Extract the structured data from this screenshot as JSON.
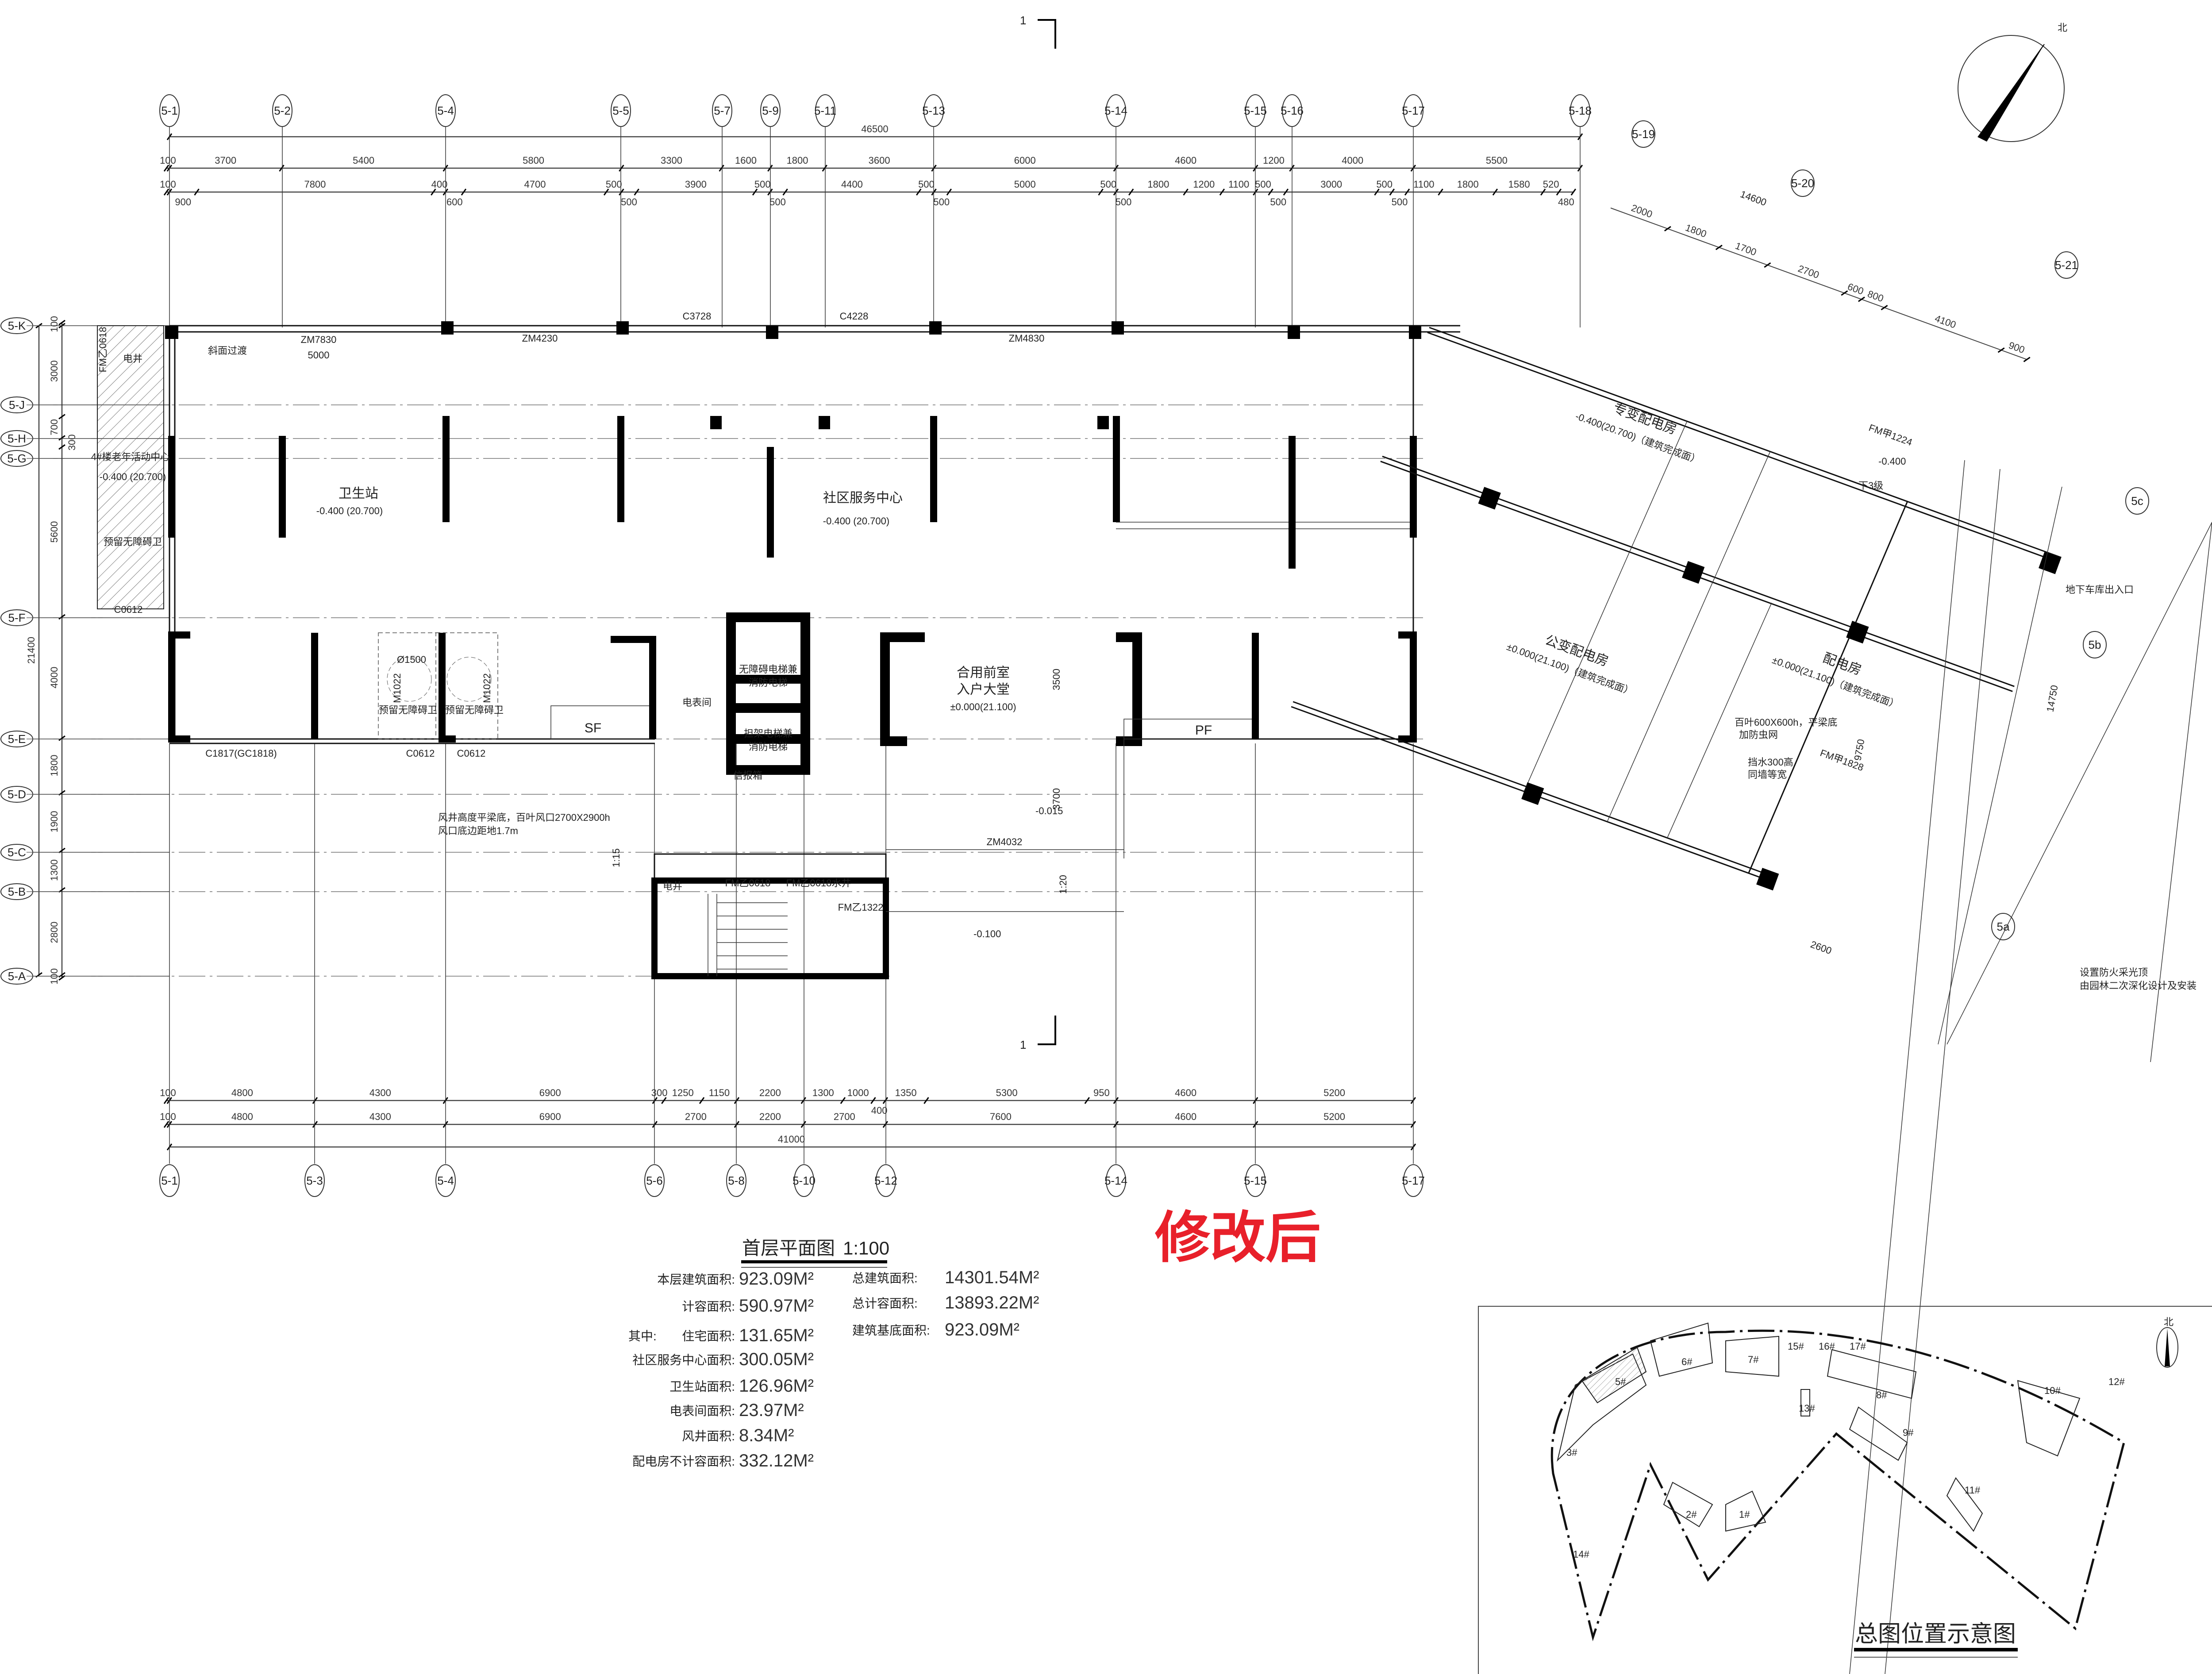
{
  "drawing": {
    "title": "首层平面图",
    "scale": "1:100",
    "revision_stamp": "修改后",
    "section_mark": "1",
    "north_label": "北",
    "stamp_color": "#e8202a"
  },
  "axes": {
    "top": [
      "5-1",
      "5-2",
      "5-4",
      "5-5",
      "5-7",
      "5-9",
      "5-11",
      "5-13",
      "5-14",
      "5-15",
      "5-16",
      "5-17",
      "5-18"
    ],
    "bottom": [
      "5-1",
      "5-3",
      "5-4",
      "5-6",
      "5-8",
      "5-10",
      "5-12",
      "5-14",
      "5-15",
      "5-17"
    ],
    "left": [
      "5-K",
      "5-J",
      "5-H",
      "5-G",
      "5-F",
      "5-E",
      "5-D",
      "5-C",
      "5-B",
      "5-A"
    ],
    "wing": [
      "5-19",
      "5-20",
      "5-21",
      "5c",
      "5b",
      "5a"
    ]
  },
  "dimensions": {
    "top_total": [
      46500
    ],
    "top_axes": [
      100,
      3700,
      5400,
      5800,
      3300,
      1600,
      1800,
      3600,
      6000,
      4600,
      1200,
      4000,
      5500
    ],
    "top_detail": [
      100,
      900,
      7800,
      400,
      600,
      4700,
      500,
      500,
      3900,
      500,
      500,
      4400,
      500,
      500,
      5000,
      500,
      500,
      1800,
      1200,
      1100,
      500,
      500,
      3000,
      500,
      500,
      1100,
      1800,
      1580,
      520,
      480
    ],
    "bottom_detail": [
      100,
      4800,
      4300,
      6900,
      300,
      1250,
      1150,
      2200,
      1300,
      1000,
      400,
      1350,
      5300,
      950,
      4600,
      5200
    ],
    "bottom_axes": [
      100,
      4800,
      4300,
      6900,
      2700,
      2200,
      2700,
      7600,
      4600,
      5200
    ],
    "bottom_total": [
      41000
    ],
    "left_total": [
      21400
    ],
    "left_axes": [
      100,
      3000,
      700,
      300,
      5600,
      4000,
      1800,
      1900,
      1300,
      2800,
      100
    ],
    "wing_top": [
      2000,
      1800,
      1700,
      2700,
      600,
      800,
      4100,
      900
    ],
    "wing_total": "14600"
  },
  "rooms": {
    "health_station": {
      "name": "卫生站",
      "level": "-0.400 (20.700)"
    },
    "community_center": {
      "name": "社区服务中心",
      "level": "-0.400 (20.700)"
    },
    "elderly_center": {
      "name": "4#楼老年活动中心",
      "level": "-0.400 (20.700)"
    },
    "accessible_wc_1": {
      "name": "预留无障碍卫"
    },
    "accessible_wc_2": {
      "name": "预留无障碍卫"
    },
    "accessible_wc_3": {
      "name": "预留无障碍卫"
    },
    "elec_shaft": {
      "name": "电井"
    },
    "elevator_1": {
      "name": "无障碍电梯兼",
      "name2": "消防电梯"
    },
    "elevator_2": {
      "name": "担架电梯兼",
      "name2": "消防电梯"
    },
    "lobby": {
      "name": "合用前室",
      "name2": "入户大堂",
      "level": "±0.000(21.100)"
    },
    "meter_room": {
      "name": "电表间"
    },
    "mailbox": {
      "name": "信报箱"
    },
    "private_substation": {
      "name": "专变配电房",
      "level": "-0.400(20.700)（建筑完成面）"
    },
    "public_substation": {
      "name": "公变配电房",
      "level": "±0.000(21.100)（建筑完成面）"
    },
    "substation": {
      "name": "配电房",
      "level": "±0.000(21.100)（建筑完成面）"
    },
    "garage_entrance": {
      "name": "地下车库出入口"
    }
  },
  "labels": {
    "doors": [
      "ZM7830",
      "5000",
      "ZM4230",
      "C3728",
      "C4228",
      "ZM4830",
      "ZM4032",
      "FM乙1322",
      "FM乙0618",
      "FM乙0618水井",
      "C0612",
      "C1817(GC1818)",
      "C0612",
      "C0612",
      "SF",
      "PF",
      "M1022",
      "M1022",
      "FM甲1224",
      "FM甲1828",
      "FM乙0618",
      "电井"
    ],
    "slope_transition": "斜面过渡",
    "shaft_note": "风井高度平梁底，百叶风口2700X2900h",
    "shaft_note2": "风口底边距地1.7m",
    "louver_note": "百叶600X600h，平梁底",
    "louver_note2": "加防虫网",
    "water_note": "挡水300高",
    "water_note2": "同墙等宽",
    "skylight_note": "设置防火采光顶",
    "skylight_note2": "由园林二次深化设计及安装",
    "down_steps": "下3级",
    "level_a": "-0.015",
    "level_b": "-0.100",
    "level_c": "-0.400",
    "slope_a": "1:20",
    "slope_b": "1:15",
    "diameter": "Ø1500",
    "dim_3500": "3500",
    "dim_3700": "3700",
    "dim_9750": "9750",
    "dim_14750": "14750",
    "dim_2600": "2600"
  },
  "area_stats": {
    "left": [
      {
        "prefix": "",
        "label": "本层建筑面积:",
        "value": "923.09M²"
      },
      {
        "prefix": "",
        "label": "计容面积:",
        "value": "590.97M²"
      },
      {
        "prefix": "其中:",
        "label": "住宅面积:",
        "value": "131.65M²"
      },
      {
        "prefix": "",
        "label": "社区服务中心面积:",
        "value": "300.05M²"
      },
      {
        "prefix": "",
        "label": "卫生站面积:",
        "value": "126.96M²"
      },
      {
        "prefix": "",
        "label": "电表间面积:",
        "value": "23.97M²"
      },
      {
        "prefix": "",
        "label": "风井面积:",
        "value": "8.34M²"
      },
      {
        "prefix": "",
        "label": "配电房不计容面积:",
        "value": "332.12M²"
      }
    ],
    "right": [
      {
        "label": "总建筑面积:",
        "value": "14301.54M²"
      },
      {
        "label": "总计容面积:",
        "value": "13893.22M²"
      },
      {
        "label": "建筑基底面积:",
        "value": "923.09M²"
      }
    ]
  },
  "site_plan": {
    "title": "总图位置示意图",
    "north_label": "北",
    "buildings": [
      "1#",
      "2#",
      "3#",
      "5#",
      "6#",
      "7#",
      "8#",
      "9#",
      "10#",
      "11#",
      "12#",
      "13#",
      "14#",
      "15#",
      "16#",
      "17#"
    ]
  }
}
